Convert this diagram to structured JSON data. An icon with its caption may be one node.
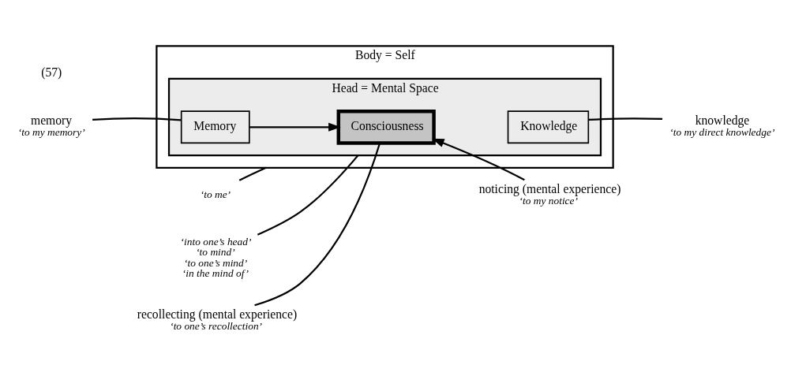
{
  "diagram": {
    "nodes": [
      {
        "text": [
          "Body = Self"
        ]
      },
      {
        "text": [
          "Head = Mental Space"
        ],
        "in": 0
      },
      {
        "text": [
          "Consciousness"
        ],
        "in": 1
      },
      {
        "text": [
          "Memory"
        ],
        "in": 1
      },
      {
        "text": [
          "Knowledge"
        ],
        "in": 1
      },
      {
        "text": [
          "‘to me’"
        ]
      },
      {
        "text": [
          "‘into one’s head’",
          "‘to mind’",
          "‘to one’s mind’",
          "‘in the mind of’"
        ]
      },
      {
        "text": [
          "noticing (mental experience)",
          "‘to my notice’"
        ]
      },
      {
        "text": [
          "recollecting (mental experience)",
          "‘to one’s recollection’"
        ]
      },
      {
        "text": [
          "memory",
          "‘to my memory’"
        ]
      },
      {
        "text": [
          "knowledge",
          "‘to my direct knowledge’"
        ]
      }
    ],
    "edges": [
      {
        "from": 5,
        "to": 0,
        "arrow": "none"
      },
      {
        "from": 6,
        "to": 1,
        "arrow": "none"
      },
      {
        "from": 7,
        "to": 2,
        "arrow": "to"
      },
      {
        "from": 8,
        "to": 2,
        "arrow": "none"
      },
      {
        "from": 3,
        "to": 2,
        "arrow": "to"
      },
      {
        "from": 9,
        "to": 3,
        "arrow": "none"
      },
      {
        "from": 10,
        "to": 4,
        "arrow": "none"
      }
    ],
    "labels": [
      "(57)"
    ]
  }
}
